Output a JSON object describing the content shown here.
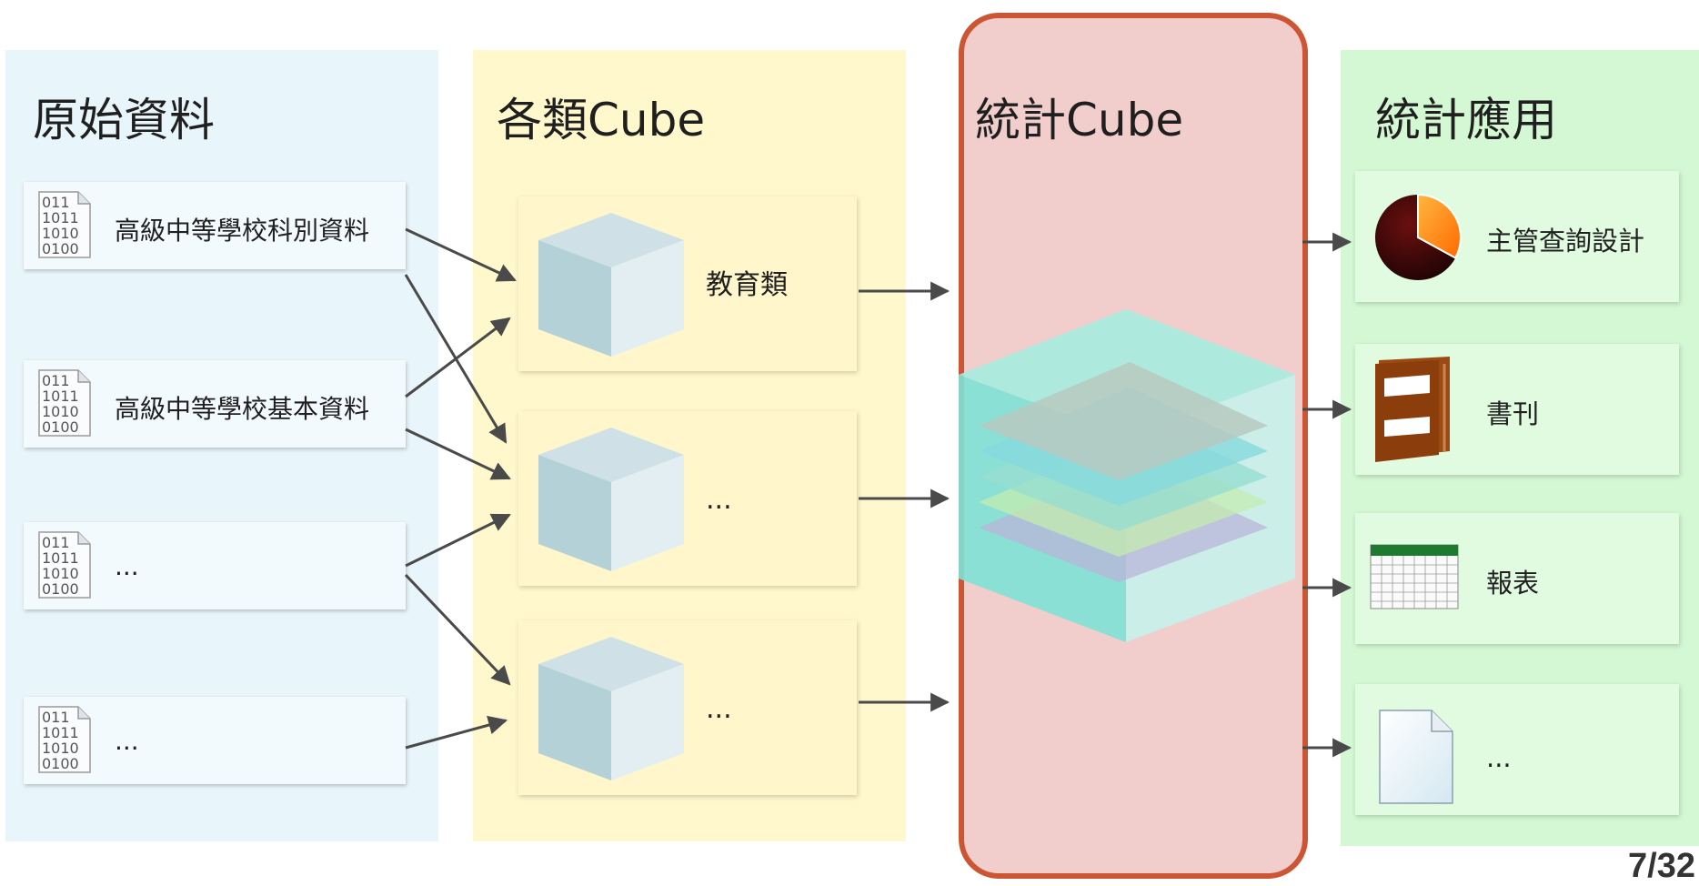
{
  "columns": {
    "raw": {
      "title": "原始資料"
    },
    "cubes": {
      "title": "各類Cube"
    },
    "stat": {
      "title": "統計Cube"
    },
    "apps": {
      "title": "統計應用"
    }
  },
  "raw_data": [
    {
      "label": "高級中等學校科別資料",
      "icon": "binary-file-icon"
    },
    {
      "label": "高級中等學校基本資料",
      "icon": "binary-file-icon"
    },
    {
      "label": "...",
      "icon": "binary-file-icon"
    },
    {
      "label": "...",
      "icon": "binary-file-icon"
    }
  ],
  "binary_text": [
    "011",
    "1011",
    "1010",
    "0100"
  ],
  "category_cubes": [
    {
      "label": "教育類",
      "icon": "cube-icon"
    },
    {
      "label": "...",
      "icon": "cube-icon"
    },
    {
      "label": "...",
      "icon": "cube-icon"
    }
  ],
  "applications": [
    {
      "label": "主管查詢設計",
      "icon": "pie-chart-icon"
    },
    {
      "label": "書刊",
      "icon": "book-icon"
    },
    {
      "label": "報表",
      "icon": "spreadsheet-icon"
    },
    {
      "label": "...",
      "icon": "document-icon"
    }
  ],
  "colors": {
    "raw_panel": "#e8f5fa",
    "cube_panel": "#fff8cc",
    "stat_panel": "#f1cdcc",
    "stat_border": "#cc5533",
    "app_panel": "#d3f8d3",
    "arrow": "#4a4a4a"
  },
  "page_number": "7/32"
}
